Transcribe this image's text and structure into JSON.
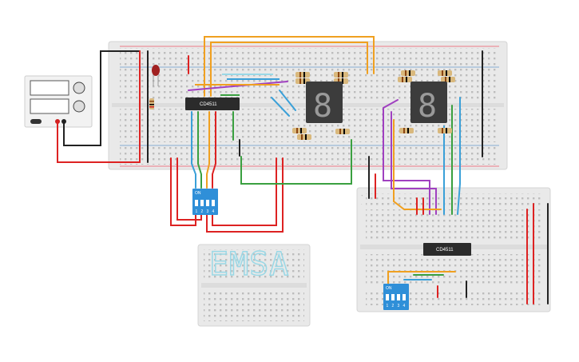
{
  "components": {
    "decoder_chip_main": "CD4511",
    "decoder_chip_secondary": "CD4511",
    "dip_switch_main": {
      "header": "ON",
      "positions": [
        "1",
        "2",
        "3",
        "4"
      ]
    },
    "dip_switch_secondary": {
      "header": "ON",
      "positions": [
        "1",
        "2",
        "3",
        "4"
      ]
    },
    "seven_segment_left": "8",
    "seven_segment_right": "8",
    "logo_text": "EMSA"
  },
  "rail_signs": {
    "plus": "+",
    "minus": "-"
  },
  "colors": {
    "breadboard": "#e9e9e9",
    "chip": "#2b2b2b",
    "display": "#3c3c3c",
    "dip": "#2f8fd8",
    "wire_red": "#d22",
    "wire_black": "#222",
    "wire_orange": "#f0a020",
    "wire_purple": "#a040c0",
    "wire_blue": "#3aa0d8",
    "wire_green": "#3aa040"
  }
}
